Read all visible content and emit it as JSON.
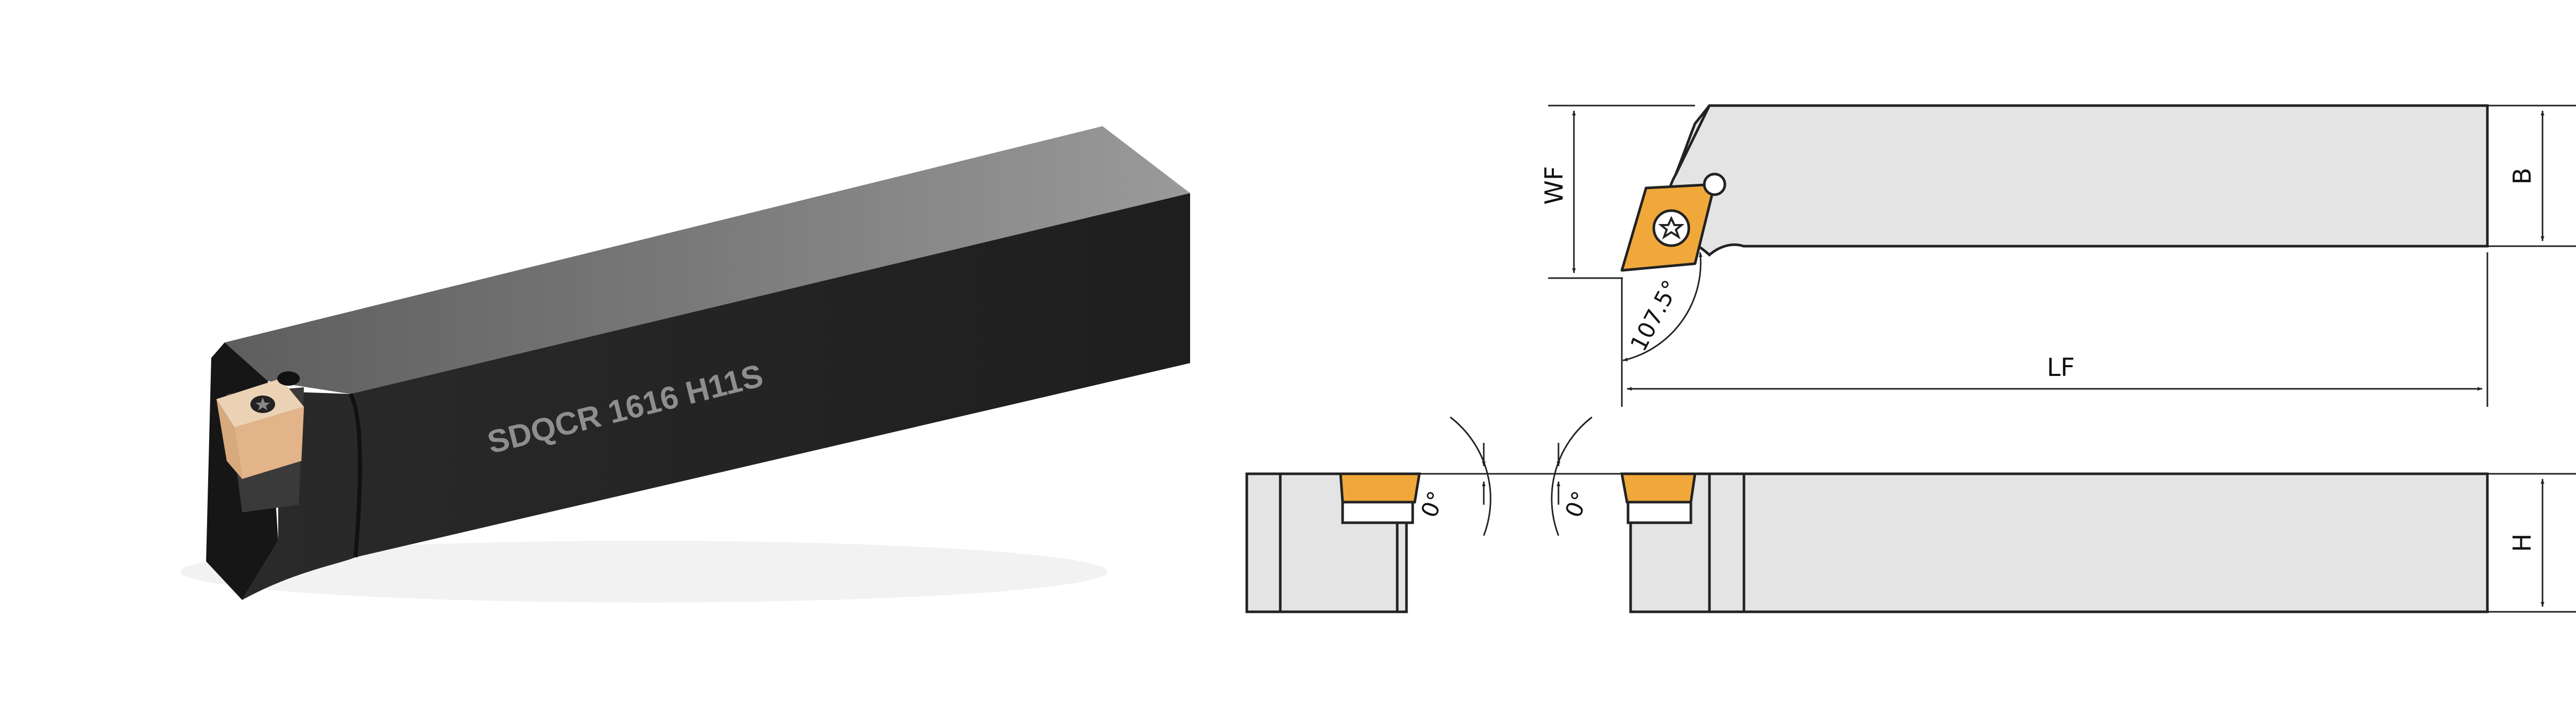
{
  "tool": {
    "engraving": "SDQCR 1616 H11S"
  },
  "dimensions": {
    "wf": "WF",
    "b": "B",
    "lf": "LF",
    "h": "H",
    "angle_lead": "107.5°",
    "angle_rake_left": "0°",
    "angle_rake_right": "0°"
  },
  "colors": {
    "body_side": "#262626",
    "body_top": "#7d7d7d",
    "body_front": "#1f1f1f",
    "insert": "#f0a83a",
    "insert_iso": "#e0b38d",
    "drawing_fill": "#e4e4e4",
    "line": "#222222",
    "engraving": "#8e8e8e"
  },
  "icons": {
    "screw": "torx-screw-icon"
  }
}
